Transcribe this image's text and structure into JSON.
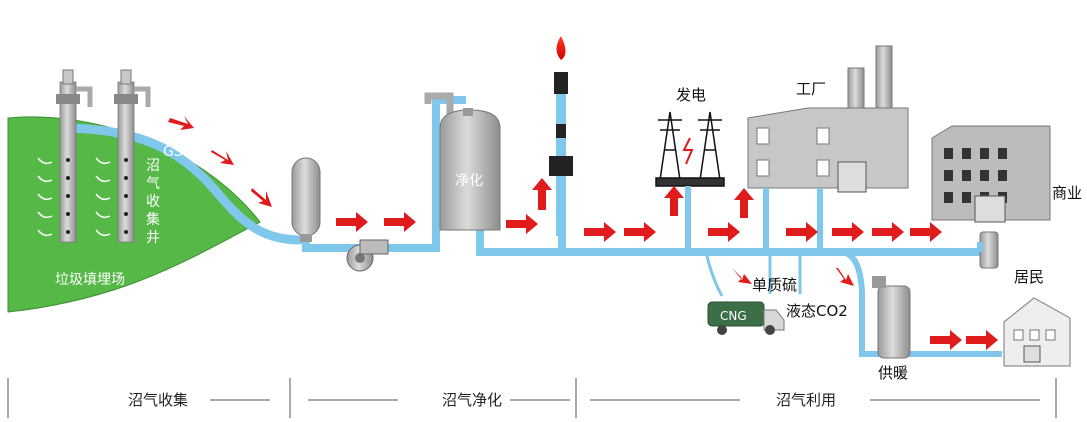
{
  "labels": {
    "gs": "GS",
    "collection_well": [
      "沼",
      "气",
      "收",
      "集",
      "井"
    ],
    "landfill": "垃圾填埋场",
    "purification": "净化",
    "power": "发电",
    "factory": "工厂",
    "commercial": "商业",
    "residential": "居民",
    "sulfur": "单质硫",
    "liquid_co2": "液态CO2",
    "heating": "供暖",
    "truck": "CNG"
  },
  "sections": [
    {
      "name": "沼气收集"
    },
    {
      "name": "沼气净化"
    },
    {
      "name": "沼气利用"
    }
  ],
  "colors": {
    "pipe": "#7fc8ec",
    "hill": "#56b947",
    "arrow": "#e01b1b",
    "gray": "#b9b9b9",
    "truck": "#3c6e47"
  }
}
